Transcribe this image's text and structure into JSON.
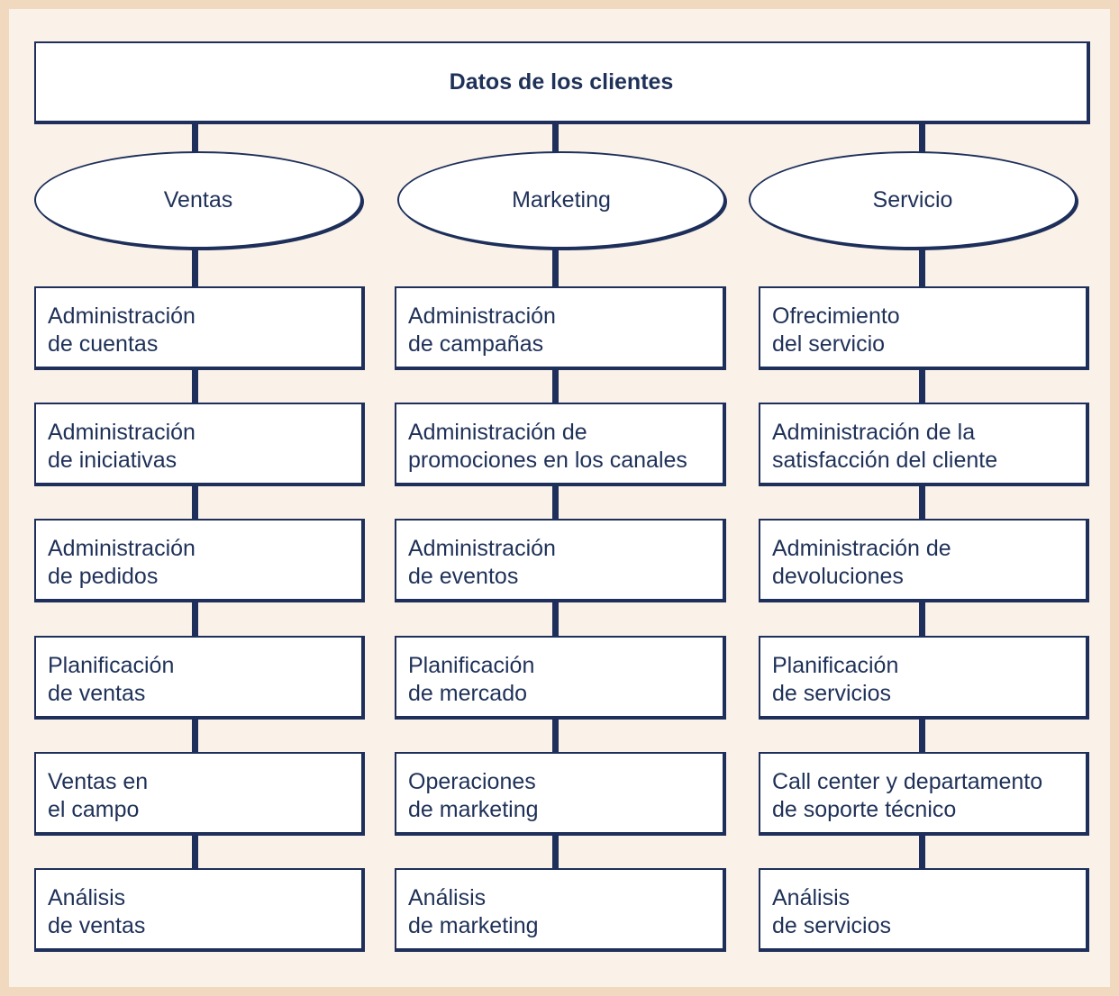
{
  "header": {
    "title": "Datos de los clientes"
  },
  "columns": [
    {
      "title": "Ventas",
      "items": [
        "Administración\nde cuentas",
        "Administración\nde iniciativas",
        "Administración\nde pedidos",
        "Planificación\nde ventas",
        "Ventas en\nel campo",
        "Análisis\nde ventas"
      ]
    },
    {
      "title": "Marketing",
      "items": [
        "Administración\nde campañas",
        "Administración de\npromociones en los canales",
        "Administración\nde eventos",
        "Planificación\nde mercado",
        "Operaciones\nde marketing",
        "Análisis\nde marketing"
      ]
    },
    {
      "title": "Servicio",
      "items": [
        "Ofrecimiento\ndel servicio",
        "Administración de la\nsatisfacción del cliente",
        "Administración de\ndevoluciones",
        "Planificación\nde servicios",
        "Call center y departamento\nde soporte técnico",
        "Análisis\nde servicios"
      ]
    }
  ]
}
